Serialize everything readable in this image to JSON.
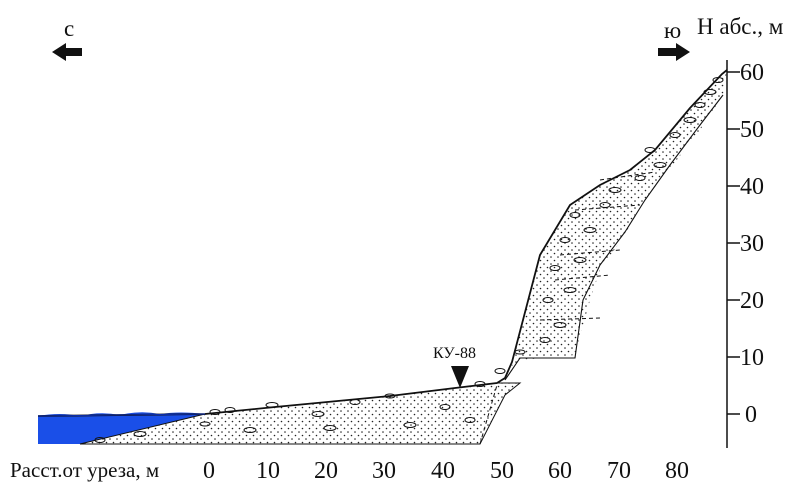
{
  "directions": {
    "left": "с",
    "right": "ю"
  },
  "labels": {
    "y_axis_title": "H абс., м",
    "x_axis_title": "Расст.от уреза, м",
    "borehole": "КУ-88"
  },
  "y_ticks": [
    "0",
    "10",
    "20",
    "30",
    "40",
    "50",
    "60"
  ],
  "x_ticks": [
    "0",
    "10",
    "20",
    "30",
    "40",
    "50",
    "60",
    "70",
    "80"
  ],
  "colors": {
    "water": "#1a4fe8",
    "line": "#111111"
  },
  "icons": {
    "left_arrow": "arrow-left-icon",
    "right_arrow": "arrow-right-icon",
    "borehole_marker": "triangle-down-icon"
  }
}
